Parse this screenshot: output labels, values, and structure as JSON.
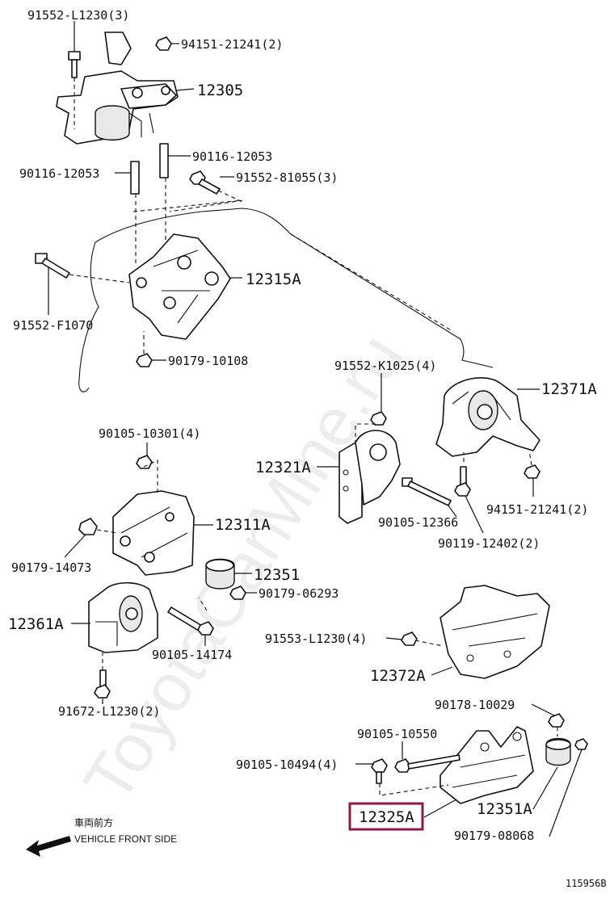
{
  "watermark": "ToyotaCarMine.ru",
  "figure_id": "115956B",
  "front_side": {
    "jp": "車両前方",
    "en": "VEHICLE FRONT SIDE"
  },
  "labels": {
    "p91552_L1230": "91552-L1230(3)",
    "p94151_21241_top": "94151-21241(2)",
    "p12305": "12305",
    "p90116_12053_a": "90116-12053",
    "p90116_12053_b": "90116-12053",
    "p91552_81055": "91552-81055(3)",
    "p12315A": "12315A",
    "p91552_F1070": "91552-F1070",
    "p90179_10108": "90179-10108",
    "p91552_K1025": "91552-K1025(4)",
    "p12371A": "12371A",
    "p90105_10301": "90105-10301(4)",
    "p12321A": "12321A",
    "p90105_12366": "90105-12366",
    "p94151_21241_mid": "94151-21241(2)",
    "p90119_12402": "90119-12402(2)",
    "p12311A": "12311A",
    "p90179_14073": "90179-14073",
    "p12351": "12351",
    "p90179_06293": "90179-06293",
    "p12361A": "12361A",
    "p90105_14174": "90105-14174",
    "p91553_L1230": "91553-L1230(4)",
    "p12372A": "12372A",
    "p91672_L1230": "91672-L1230(2)",
    "p90178_10029": "90178-10029",
    "p90105_10550": "90105-10550",
    "p90105_10494": "90105-10494(4)",
    "p12325A": "12325A",
    "p12351A": "12351A",
    "p90179_08068": "90179-08068"
  },
  "highlight_color": "#8b1a4a"
}
